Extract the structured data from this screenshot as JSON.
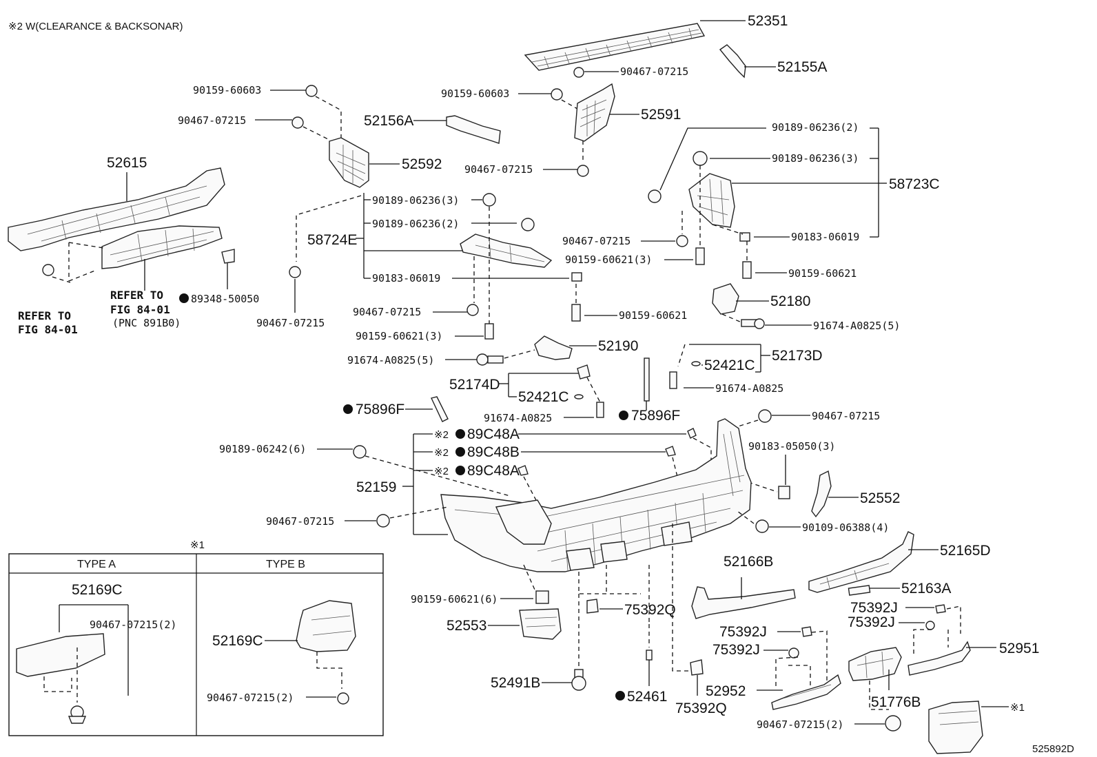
{
  "note_text": "※2 W(CLEARANCE & BACKSONAR)",
  "diagram_id": "525892D",
  "refer_left": [
    "REFER TO",
    "FIG 84-01"
  ],
  "refer_mid": [
    "REFER TO",
    "FIG 84-01",
    "(PNC 891B0)"
  ],
  "inset": {
    "marker": "※1",
    "type_a": "TYPE A",
    "type_b": "TYPE B",
    "a_part": "52169C",
    "a_fastener": "90467-07215(2)",
    "b_part": "52169C",
    "b_fastener": "90467-07215(2)"
  },
  "labels": {
    "p52351": "52351",
    "p52155A": "52155A",
    "f90467_a": "90467-07215",
    "f90159_a": "90159-60603",
    "f90159_b": "90159-60603",
    "f90467_b": "90467-07215",
    "p52156A": "52156A",
    "p52591": "52591",
    "p52615": "52615",
    "p52592": "52592",
    "f90467_c": "90467-07215",
    "f90189_a": "90189-06236(2)",
    "f90189_b": "90189-06236(3)",
    "p58723C": "58723C",
    "f90189_c": "90189-06236(3)",
    "f90189_d": "90189-06236(2)",
    "p58724E": "58724E",
    "f90467_d": "90467-07215",
    "f90183_a": "90183-06019",
    "f90159_c": "90159-60621(3)",
    "f90159_d": "90159-60621",
    "f90183_b": "90183-06019",
    "p89348": "89348-50050",
    "f90467_e": "90467-07215",
    "p52180": "52180",
    "f90467_f": "90467-07215",
    "f90159_e": "90159-60621",
    "f91674_a": "91674-A0825(5)",
    "f90159_f": "90159-60621(3)",
    "p52190": "52190",
    "p52173D": "52173D",
    "f91674_b": "91674-A0825(5)",
    "p52421C_a": "52421C",
    "p52174D": "52174D",
    "f91674_c": "91674-A0825",
    "p52421C_b": "52421C",
    "p75896F_a": "75896F",
    "f91674_d": "91674-A0825",
    "p75896F_b": "75896F",
    "f90467_g": "90467-07215",
    "p89C48A_a": "89C48A",
    "mark_a": "※2",
    "f90189_e": "90189-06242(6)",
    "p89C48B": "89C48B",
    "mark_b": "※2",
    "f90183_c": "90183-05050(3)",
    "p89C48A_b": "89C48A",
    "mark_c": "※2",
    "p52159": "52159",
    "p52552": "52552",
    "f90467_h": "90467-07215",
    "f90109": "90109-06388(4)",
    "p52165D": "52165D",
    "p52166B": "52166B",
    "p52163A": "52163A",
    "f90159_g": "90159-60621(6)",
    "p75392Q_a": "75392Q",
    "p75392J_a": "75392J",
    "p75392J_b": "75392J",
    "p52553": "52553",
    "p75392J_c": "75392J",
    "p75392J_d": "75392J",
    "p52951": "52951",
    "p52491B": "52491B",
    "p52461": "52461",
    "p52952": "52952",
    "p51776B": "51776B",
    "p75392Q_b": "75392Q",
    "f90467_i": "90467-07215(2)",
    "mark_1": "※1"
  }
}
